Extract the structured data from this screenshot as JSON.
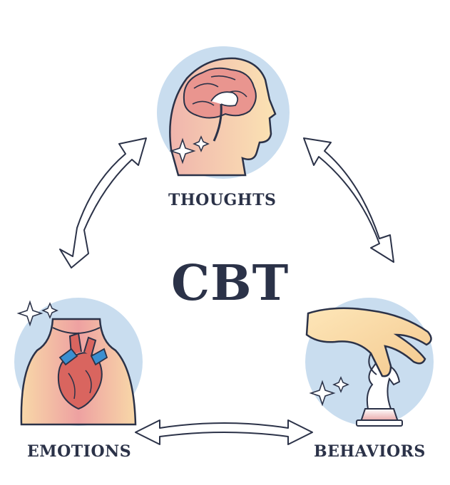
{
  "title": "CBT",
  "nodes": [
    {
      "id": "thoughts",
      "label": "THOUGHTS",
      "icon": "head-brain-icon"
    },
    {
      "id": "emotions",
      "label": "EMOTIONS",
      "icon": "heart-torso-icon"
    },
    {
      "id": "behaviors",
      "label": "BEHAVIORS",
      "icon": "hand-chess-knight-icon"
    }
  ],
  "connections": [
    {
      "from": "thoughts",
      "to": "behaviors",
      "type": "bidirectional"
    },
    {
      "from": "behaviors",
      "to": "emotions",
      "type": "bidirectional"
    },
    {
      "from": "emotions",
      "to": "thoughts",
      "type": "bidirectional"
    }
  ],
  "colors": {
    "text": "#2b3248",
    "outline": "#2b3248",
    "circle_bg": "#c9ddef",
    "warm_skin": "#f9dfb0",
    "pink": "#e79a9a",
    "blue_accent": "#3b8fd0",
    "arrow_fill": "#ffffff"
  }
}
